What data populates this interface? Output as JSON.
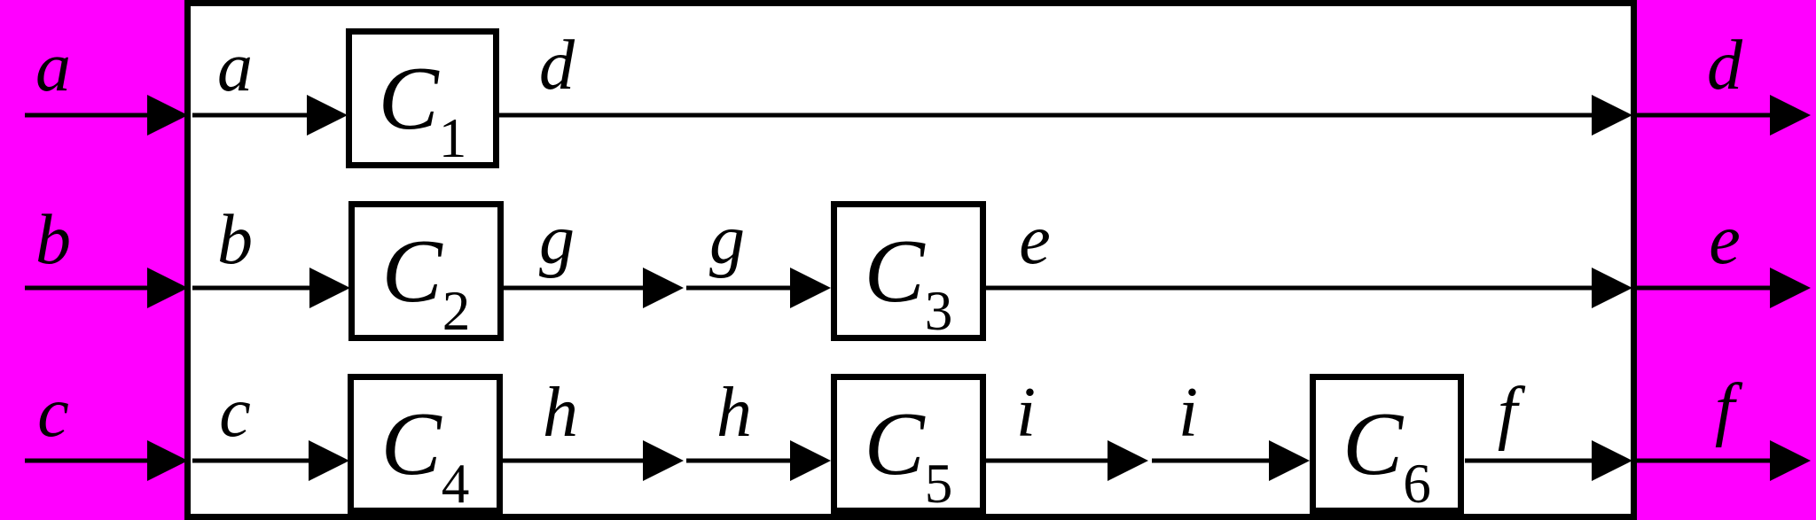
{
  "colors": {
    "outer_background": "#ff00ff",
    "panel_background": "#ffffff",
    "ink": "#000000"
  },
  "external_inputs": [
    {
      "label": "a"
    },
    {
      "label": "b"
    },
    {
      "label": "c"
    }
  ],
  "external_outputs": [
    {
      "label": "d"
    },
    {
      "label": "e"
    },
    {
      "label": "f"
    }
  ],
  "components": [
    {
      "base": "C",
      "sub": "1"
    },
    {
      "base": "C",
      "sub": "2"
    },
    {
      "base": "C",
      "sub": "3"
    },
    {
      "base": "C",
      "sub": "4"
    },
    {
      "base": "C",
      "sub": "5"
    },
    {
      "base": "C",
      "sub": "6"
    }
  ],
  "wires": {
    "a_in": "a",
    "b_in": "b",
    "c_in": "c",
    "d_out_of_c1": "d",
    "g_out_of_c2": "g",
    "g_into_c3": "g",
    "e_out_of_c3": "e",
    "h_out_of_c4": "h",
    "h_into_c5": "h",
    "i_out_of_c5": "i",
    "i_into_c6": "i",
    "f_out_of_c6": "f"
  }
}
